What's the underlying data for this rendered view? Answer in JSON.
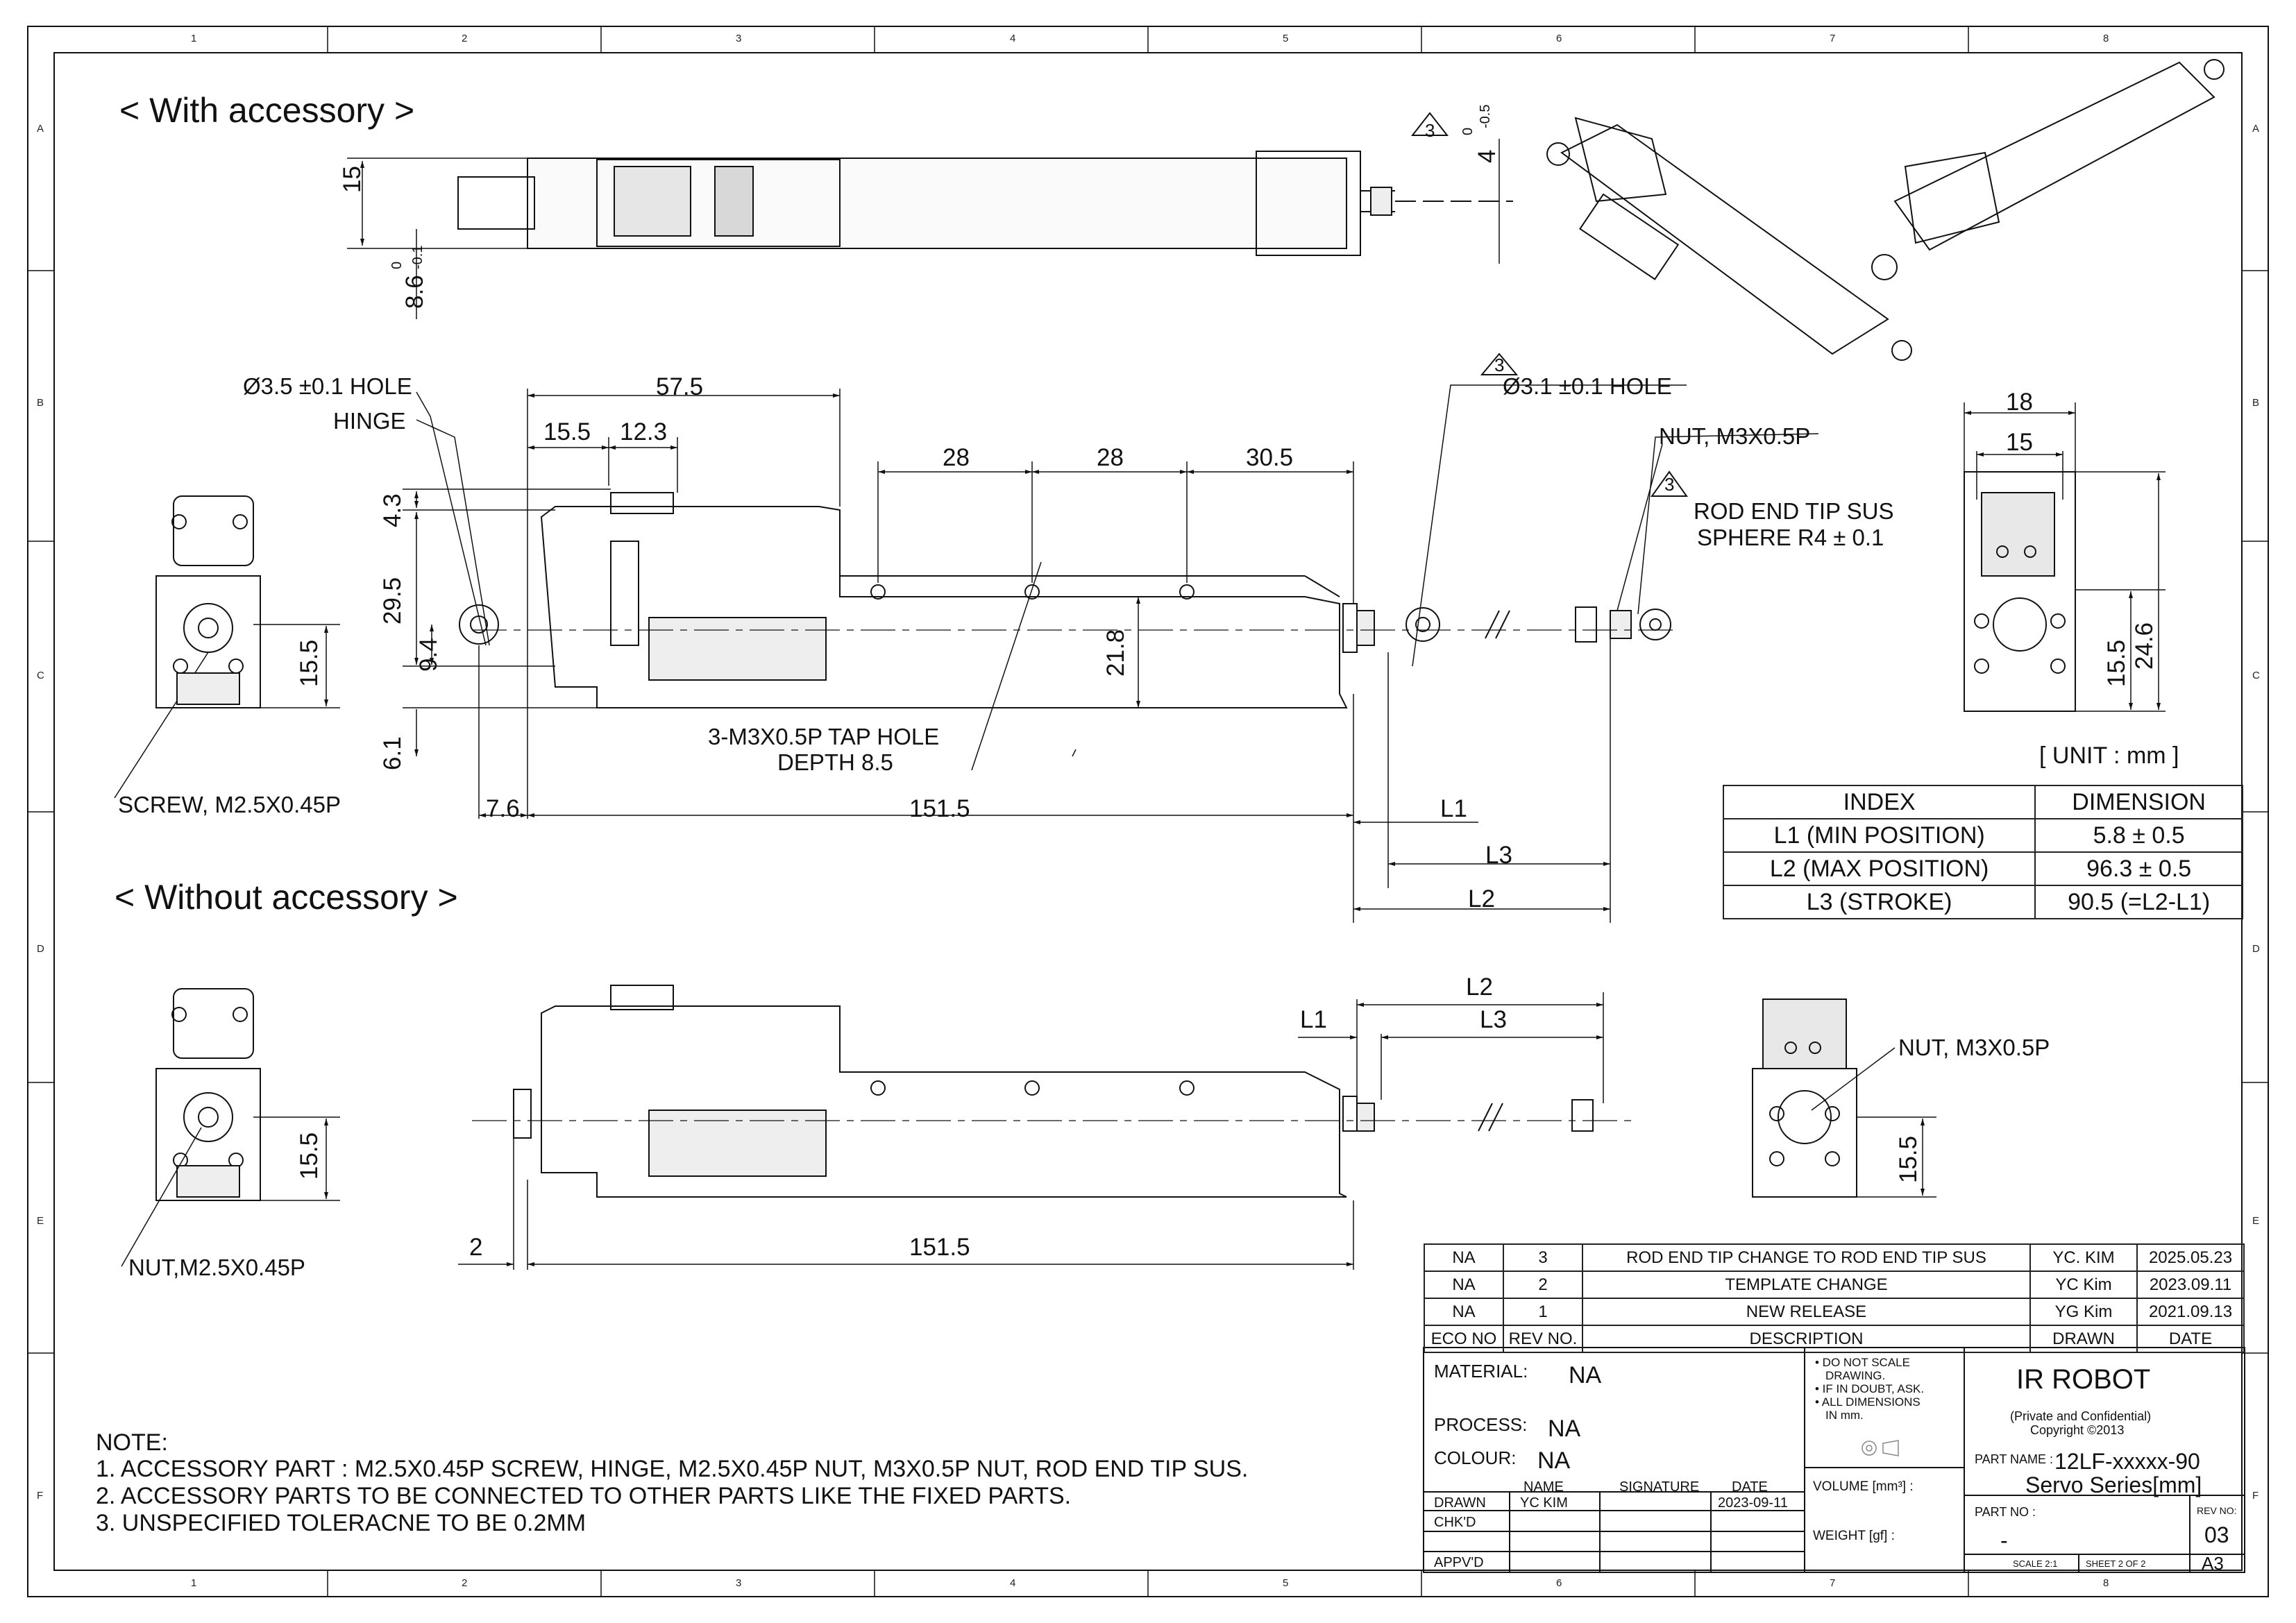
{
  "zones": {
    "columns": [
      "1",
      "2",
      "3",
      "4",
      "5",
      "6",
      "7",
      "8"
    ],
    "rows": [
      "A",
      "B",
      "C",
      "D",
      "E",
      "F"
    ]
  },
  "sections": {
    "with_accessory": "< With accessory >",
    "without_accessory": "< Without accessory >"
  },
  "top_view": {
    "dim_height": "15",
    "dim_tolerance_upper": "0",
    "dim_tolerance_lower": "-0.1",
    "dim_width": "8.6",
    "rev_marker": "3",
    "dim_rod_value": "4",
    "dim_rod_tol_upper": "0",
    "dim_rod_tol_lower": "-0.5"
  },
  "side_view": {
    "hole_label": "Ø3.5 ±0.1 HOLE",
    "hinge_label": "HINGE",
    "dim_57_5": "57.5",
    "dim_15_5": "15.5",
    "dim_12_3": "12.3",
    "dim_28_a": "28",
    "dim_28_b": "28",
    "dim_30_5": "30.5",
    "dim_4_3": "4.3",
    "dim_29_5": "29.5",
    "dim_9_4": "9.4",
    "dim_6_1": "6.1",
    "dim_21_8": "21.8",
    "tap_hole_line1": "3-M3X0.5P TAP HOLE",
    "tap_hole_line2": "DEPTH 8.5",
    "dim_7_6": "7.6",
    "dim_151_5": "151.5",
    "rev_marker": "3",
    "hole_31_label": "Ø3.1 ±0.1 HOLE",
    "nut_label": "NUT, M3X0.5P",
    "rev_marker_2": "3",
    "rod_end_line1": "ROD END TIP SUS",
    "rod_end_line2": "SPHERE R4 ± 0.1",
    "l1": "L1",
    "l2": "L2",
    "l3": "L3"
  },
  "front_view": {
    "dim_15_5": "15.5",
    "screw_label": "SCREW, M2.5X0.45P"
  },
  "end_view": {
    "dim_18": "18",
    "dim_15": "15",
    "dim_15_5": "15.5",
    "dim_24_6": "24.6"
  },
  "unit_label": "[ UNIT : mm ]",
  "dimension_table": {
    "headers": [
      "INDEX",
      "DIMENSION"
    ],
    "rows": [
      [
        "L1 (MIN POSITION)",
        "5.8 ± 0.5"
      ],
      [
        "L2 (MAX POSITION)",
        "96.3 ± 0.5"
      ],
      [
        "L3 (STROKE)",
        "90.5 (=L2-L1)"
      ]
    ]
  },
  "without_view": {
    "dim_15_5": "15.5",
    "nut_label_left": "NUT,M2.5X0.45P",
    "l1": "L1",
    "l2": "L2",
    "l3": "L3",
    "dim_2": "2",
    "dim_151_5": "151.5",
    "dim_15_5_end": "15.5",
    "nut_label_right": "NUT, M3X0.5P"
  },
  "notes": {
    "title": "NOTE:",
    "lines": [
      "1. ACCESSORY PART : M2.5X0.45P SCREW, HINGE, M2.5X0.45P NUT, M3X0.5P NUT, ROD END TIP SUS.",
      "2. ACCESSORY PARTS TO BE CONNECTED TO OTHER PARTS LIKE THE  FIXED PARTS.",
      "3. UNSPECIFIED TOLERACNE TO BE 0.2MM"
    ]
  },
  "revision_table": {
    "rows": [
      [
        "NA",
        "3",
        "ROD END TIP CHANGE TO ROD END TIP SUS",
        "YC. KIM",
        "2025.05.23"
      ],
      [
        "NA",
        "2",
        "TEMPLATE CHANGE",
        "YC Kim",
        "2023.09.11"
      ],
      [
        "NA",
        "1",
        "NEW RELEASE",
        "YG Kim",
        "2021.09.13"
      ]
    ],
    "headers": [
      "ECO NO",
      "REV NO.",
      "DESCRIPTION",
      "DRAWN",
      "DATE"
    ]
  },
  "title_block": {
    "material_label": "MATERIAL:",
    "material_value": "NA",
    "process_label": "PROCESS:",
    "process_value": "NA",
    "colour_label": "COLOUR:",
    "colour_value": "NA",
    "scale_notes": [
      "• DO NOT SCALE",
      "DRAWING.",
      "• IF IN DOUBT, ASK.",
      "• ALL DIMENSIONS",
      "IN mm."
    ],
    "company": "IR ROBOT",
    "confidential": "(Private and Confidential)",
    "copyright": "Copyright ©2013",
    "col_name": "NAME",
    "col_signature": "SIGNATURE",
    "col_date": "DATE",
    "drawn_label": "DRAWN",
    "drawn_name": "YC KIM",
    "drawn_date": "2023-09-11",
    "chkd_label": "CHK'D",
    "apprvd_label": "APPV'D",
    "volume_label": "VOLUME [mm³] :",
    "weight_label": "WEIGHT [gf] :",
    "part_name_label": "PART NAME :",
    "part_name_1": "12LF-xxxxx-90",
    "part_name_2": "Servo Series[mm]",
    "part_no_label": "PART NO :",
    "part_no_value": "-",
    "rev_no_label": "REV NO:",
    "rev_no_value": "03",
    "scale_label": "SCALE 2:1",
    "sheet_label": "SHEET 2 OF 2",
    "size": "A3"
  }
}
